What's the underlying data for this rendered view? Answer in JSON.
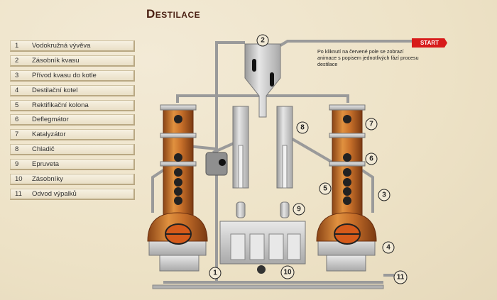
{
  "title": "Destilace",
  "legend": [
    {
      "num": "1",
      "label": "Vodokružná vývěva"
    },
    {
      "num": "2",
      "label": "Zásobník kvasu"
    },
    {
      "num": "3",
      "label": "Přívod kvasu do kotle"
    },
    {
      "num": "4",
      "label": "Destilační kotel"
    },
    {
      "num": "5",
      "label": "Rektifikační kolona"
    },
    {
      "num": "6",
      "label": "Deflegmátor"
    },
    {
      "num": "7",
      "label": "Katalyzátor"
    },
    {
      "num": "8",
      "label": "Chladič"
    },
    {
      "num": "9",
      "label": "Epruveta"
    },
    {
      "num": "10",
      "label": "Zásobníky"
    },
    {
      "num": "11",
      "label": "Odvod výpalků"
    }
  ],
  "instruction": "Po kliknutí na červené pole se zobrazí animace s popisem jednotlivých fází procesu destilace",
  "start_label": "START",
  "callouts": [
    "1",
    "2",
    "3",
    "4",
    "5",
    "6",
    "7",
    "8",
    "9",
    "10",
    "11"
  ],
  "colors": {
    "copper": "#c8702a",
    "steel": "#c8c8c8",
    "accent": "#d71a1a",
    "title": "#4a1f12"
  }
}
